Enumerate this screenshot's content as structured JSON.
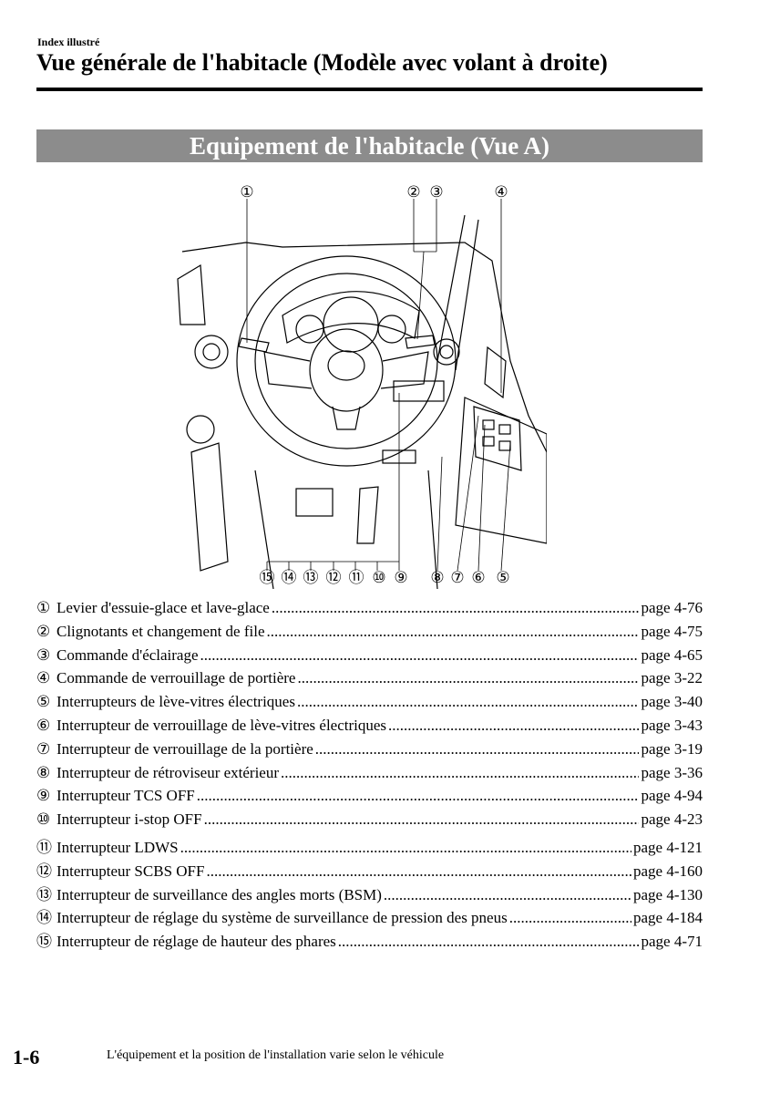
{
  "header": {
    "breadcrumb": "Index illustré",
    "title": "Vue générale de l'habitacle (Modèle avec volant à droite)"
  },
  "section": {
    "title": "Equipement de l'habitacle (Vue A)"
  },
  "illustration": {
    "callouts": [
      "①",
      "②",
      "③",
      "④",
      "⑤",
      "⑥",
      "⑦",
      "⑧",
      "⑨",
      "⑩",
      "⑪",
      "⑫",
      "⑬",
      "⑭",
      "⑮"
    ]
  },
  "legend": [
    {
      "num": "①",
      "label": "Levier d'essuie-glace et lave-glace",
      "page": "page 4-76"
    },
    {
      "num": "②",
      "label": "Clignotants et changement de file",
      "page": "page 4-75"
    },
    {
      "num": "③",
      "label": "Commande d'éclairage",
      "page": "page 4-65"
    },
    {
      "num": "④",
      "label": "Commande de verrouillage de portière",
      "page": "page 3-22"
    },
    {
      "num": "⑤",
      "label": "Interrupteurs de lève-vitres électriques",
      "page": "page 3-40"
    },
    {
      "num": "⑥",
      "label": "Interrupteur de verrouillage de lève-vitres électriques",
      "page": "page 3-43"
    },
    {
      "num": "⑦",
      "label": "Interrupteur de verrouillage de la portière",
      "page": "page 3-19"
    },
    {
      "num": "⑧",
      "label": "Interrupteur de rétroviseur extérieur",
      "page": "page 3-36"
    },
    {
      "num": "⑨",
      "label": "Interrupteur TCS OFF",
      "page": "page 4-94"
    },
    {
      "num": "⑩",
      "label": "Interrupteur i-stop OFF",
      "page": "page 4-23"
    },
    {
      "num": "⑪",
      "label": "Interrupteur LDWS",
      "page": "page 4-121"
    },
    {
      "num": "⑫",
      "label": "Interrupteur SCBS OFF",
      "page": "page 4-160"
    },
    {
      "num": "⑬",
      "label": "Interrupteur de surveillance des angles morts (BSM)",
      "page": "page 4-130"
    },
    {
      "num": "⑭",
      "label": "Interrupteur de réglage du système de surveillance de pression des pneus",
      "page": "page 4-184"
    },
    {
      "num": "⑮",
      "label": "Interrupteur de réglage de hauteur des phares",
      "page": "page 4-71"
    }
  ],
  "footer": {
    "page_number": "1-6",
    "note": "L'équipement et la position de l'installation varie selon le véhicule"
  }
}
